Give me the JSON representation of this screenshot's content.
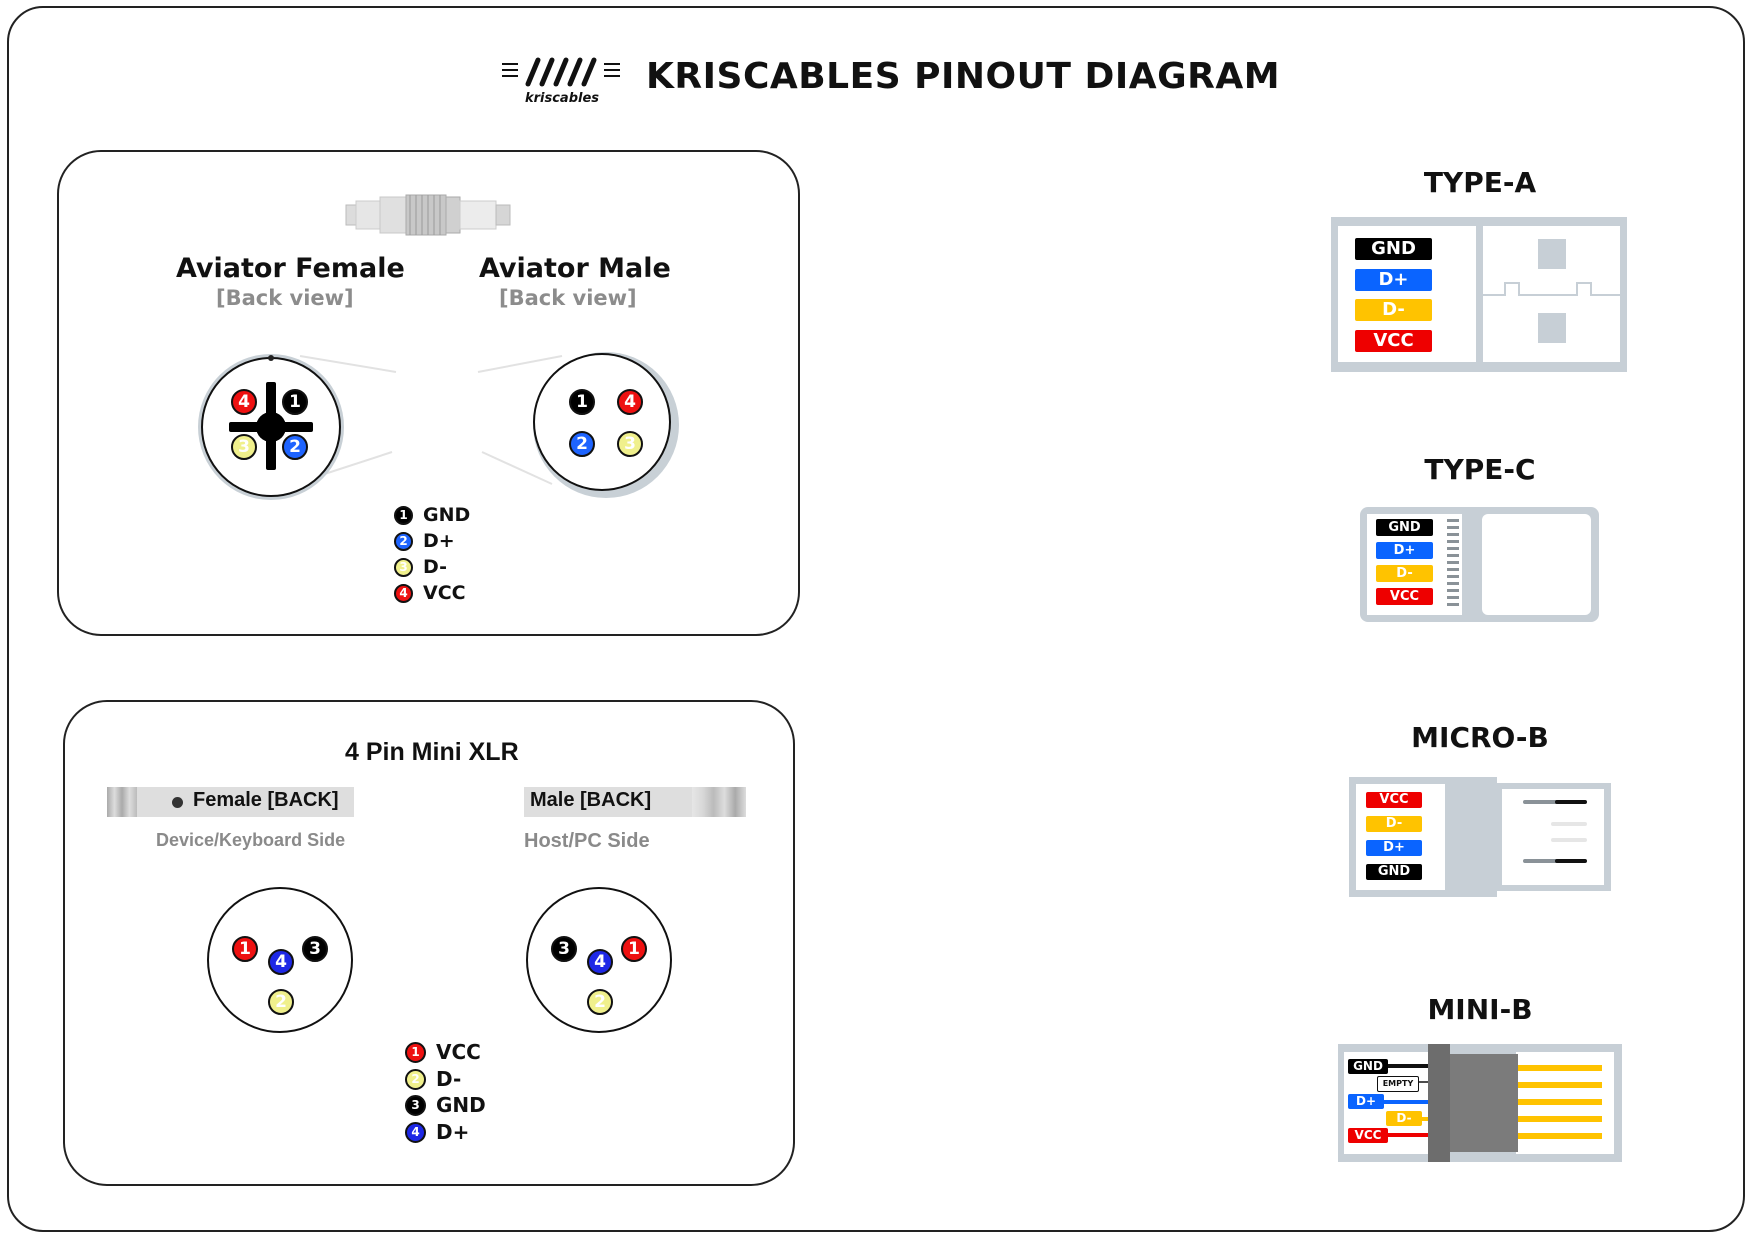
{
  "header": {
    "title": "KRISCABLES PINOUT DIAGRAM",
    "logo_text": "kriscables"
  },
  "aviator": {
    "female_title": "Aviator Female",
    "female_sub": "[Back view]",
    "male_title": "Aviator Male",
    "male_sub": "[Back view]",
    "legend": [
      {
        "num": "1",
        "label": "GND",
        "color": "#000000"
      },
      {
        "num": "2",
        "label": "D+",
        "color": "#1e64ff"
      },
      {
        "num": "3",
        "label": "D-",
        "color": "#f0f08c"
      },
      {
        "num": "4",
        "label": "VCC",
        "color": "#ee1111"
      }
    ],
    "female_pins": [
      "4",
      "1",
      "3",
      "2"
    ],
    "male_pins": [
      "1",
      "4",
      "2",
      "3"
    ]
  },
  "mini_xlr": {
    "title": "4 Pin Mini XLR",
    "female_label": "Female [BACK]",
    "female_caption": "Device/Keyboard Side",
    "male_label": "Male [BACK]",
    "male_caption": "Host/PC Side",
    "female_pins": [
      "1",
      "4",
      "3",
      "2"
    ],
    "male_pins": [
      "3",
      "4",
      "1",
      "2"
    ],
    "legend": [
      {
        "num": "1",
        "label": "VCC",
        "color": "#ee1111"
      },
      {
        "num": "2",
        "label": "D-",
        "color": "#f0f08c"
      },
      {
        "num": "3",
        "label": "GND",
        "color": "#000000"
      },
      {
        "num": "4",
        "label": "D+",
        "color": "#1e28e6"
      }
    ]
  },
  "connectors": {
    "type_a": {
      "title": "TYPE-A",
      "pins": [
        "GND",
        "D+",
        "D-",
        "VCC"
      ]
    },
    "type_c": {
      "title": "TYPE-C",
      "pins": [
        "GND",
        "D+",
        "D-",
        "VCC"
      ]
    },
    "micro_b": {
      "title": "MICRO-B",
      "pins": [
        "VCC",
        "D-",
        "D+",
        "GND"
      ]
    },
    "mini_b": {
      "title": "MINI-B",
      "pins": [
        "GND",
        "EMPTY",
        "D+",
        "D-",
        "VCC"
      ]
    }
  }
}
